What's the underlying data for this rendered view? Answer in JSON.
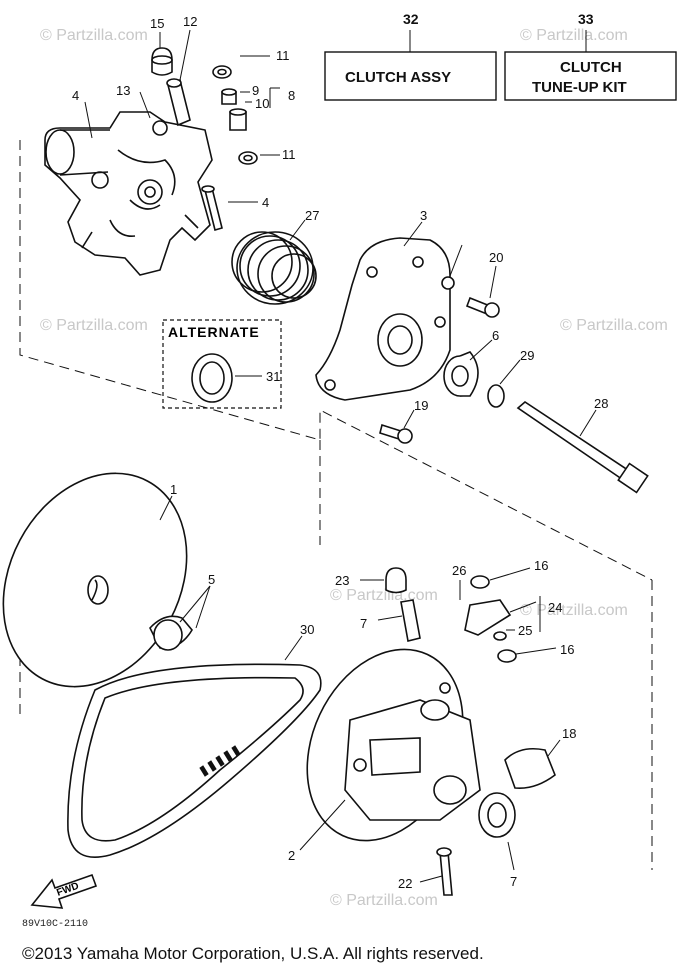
{
  "boxes": {
    "clutch_assy": {
      "number": "32",
      "label": "CLUTCH ASSY"
    },
    "tune_up_kit": {
      "number": "33",
      "label_line1": "CLUTCH",
      "label_line2": "TUNE-UP KIT"
    }
  },
  "alternate_label": "ALTERNATE",
  "callouts": {
    "c1": "1",
    "c2": "2",
    "c3": "3",
    "c4a": "4",
    "c4b": "4",
    "c5": "5",
    "c6": "6",
    "c7a": "7",
    "c7b": "7",
    "c8": "8",
    "c9": "9",
    "c10": "10",
    "c11a": "11",
    "c11b": "11",
    "c12": "12",
    "c13": "13",
    "c15": "15",
    "c16a": "16",
    "c16b": "16",
    "c18": "18",
    "c19": "19",
    "c20": "20",
    "c22": "22",
    "c23": "23",
    "c24": "24",
    "c25": "25",
    "c26": "26",
    "c27": "27",
    "c28": "28",
    "c29": "29",
    "c30": "30",
    "c31": "31"
  },
  "watermark": "© Partzilla.com",
  "fwd_label": "FWD",
  "drawing_code": "89V10C-2110",
  "copyright": "©2013  Yamaha Motor Corporation, U.S.A. All rights reserved."
}
